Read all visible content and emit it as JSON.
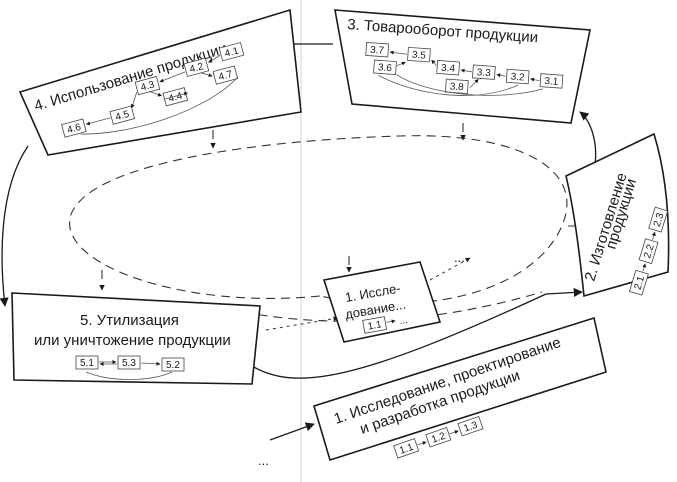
{
  "stages": {
    "use": {
      "title": "4. Использование продукции",
      "codes": [
        "4.1",
        "4.2",
        "4.7",
        "4.3",
        "4.4",
        "4.5",
        "4.6"
      ]
    },
    "trade": {
      "title": "3. Товарооборот продукции",
      "codes": [
        "3.7",
        "3.5",
        "3.6",
        "3.4",
        "3.8",
        "3.3",
        "3.2",
        "3.1"
      ]
    },
    "manufacture": {
      "title_line1": "2. Изготовление",
      "title_line2": "продукции",
      "codes": [
        "2.1",
        "2.2",
        "2.3"
      ]
    },
    "disposal": {
      "title_line1": "5. Утилизация",
      "title_line2": "или уничтожение продукции",
      "codes": [
        "5.1",
        "5.3",
        "5.2"
      ]
    },
    "research": {
      "title_line1": "1. Исследование, проектирование",
      "title_line2": "и разработка продукции",
      "codes": [
        "1.1",
        "1.2",
        "1.3"
      ]
    },
    "research_next": {
      "title_line1": "1. Иссле-",
      "title_line2": "дование...",
      "code": "1.1",
      "more": "..."
    }
  },
  "ellipsis": "..."
}
